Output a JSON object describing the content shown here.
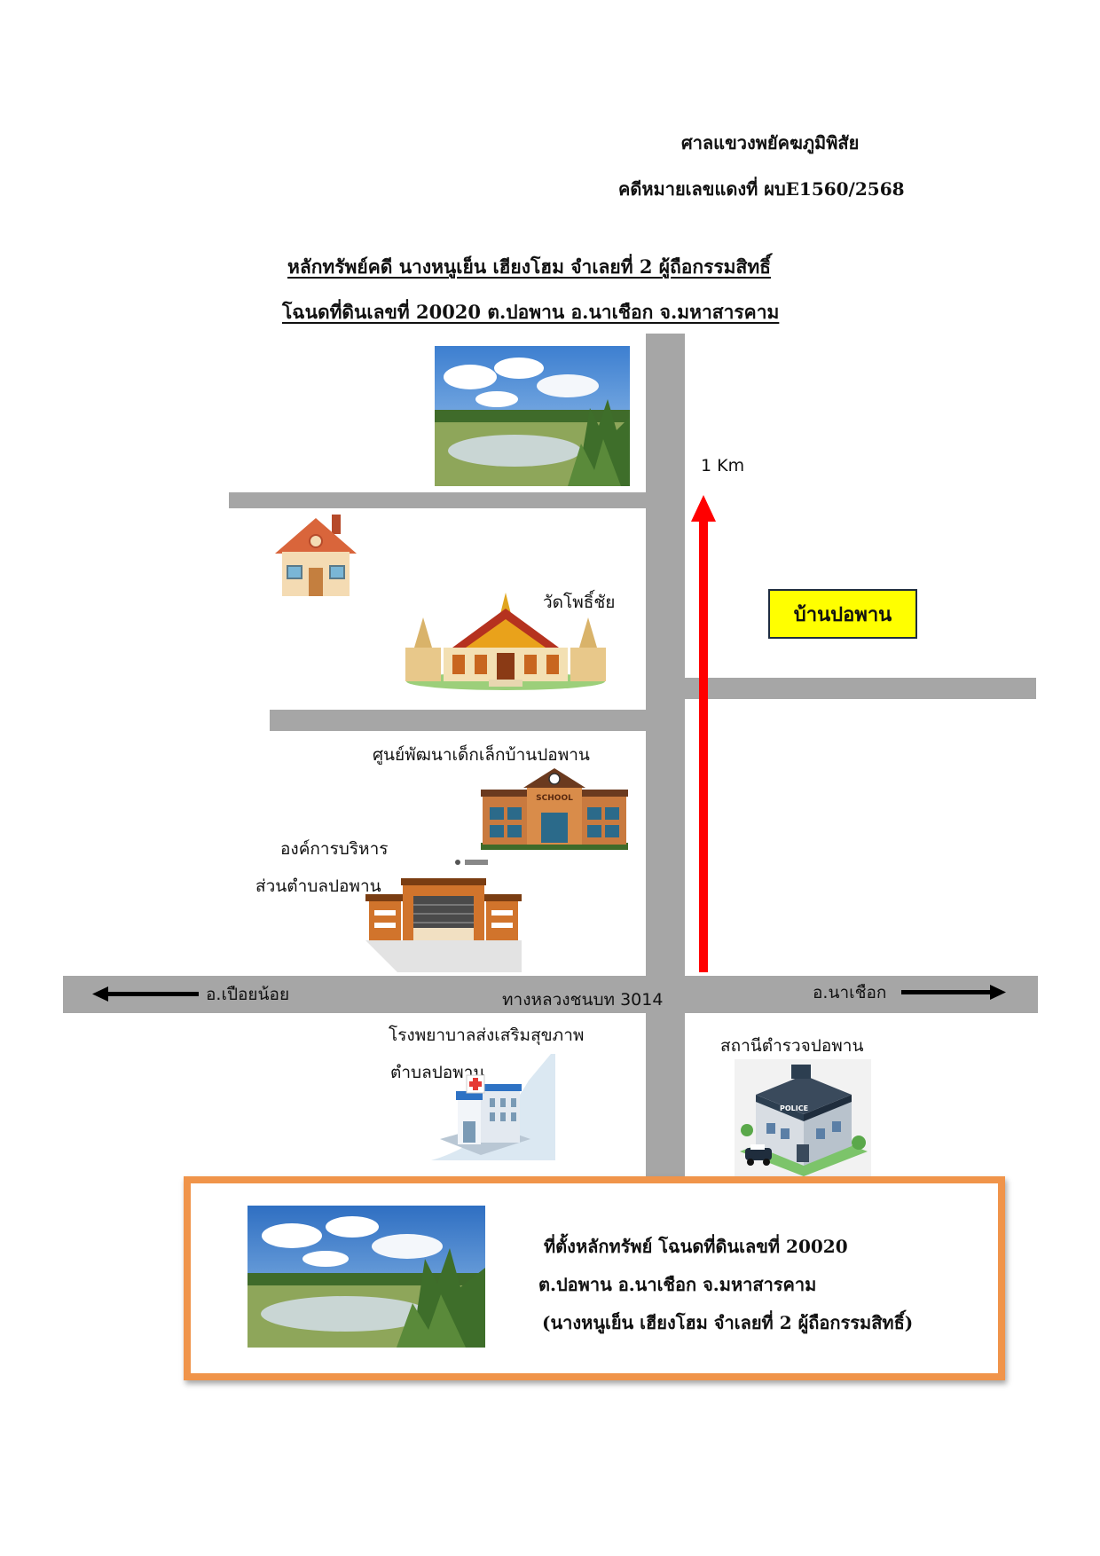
{
  "header": {
    "court": "ศาลแขวงพยัคฆภูมิพิสัย",
    "case_no": "คดีหมายเลขแดงที่ ผบE1560/2568"
  },
  "title": {
    "line1": "หลักทรัพย์คดี นางหนูเย็น เฮียงโฮม จำเลยที่ 2 ผู้ถือกรรมสิทธิ์",
    "line2": "โฉนดที่ดินเลขที่  20020  ต.ปอพาน  อ.นาเชือก  จ.มหาสารคาม"
  },
  "map": {
    "distance": "1 Km",
    "village_label": "บ้านปอพาน",
    "temple": "วัดโพธิ์ชัย",
    "school": "ศูนย์พัฒนาเด็กเล็กบ้านปอพาน",
    "sao_line1": "องค์การบริหาร",
    "sao_line2": "ส่วนตำบลปอพาน",
    "left_direction": "อ.เปือยน้อย",
    "right_direction": "อ.นาเชือก",
    "highway": "ทางหลวงชนบท 3014",
    "hospital_line1": "โรงพยาบาลส่งเสริมสุขภาพ",
    "hospital_line2": "ตำบลปอพาน",
    "police": "สถานีตำรวจปอพาน",
    "school_sign": "SCHOOL",
    "police_sign": "POLICE"
  },
  "location": {
    "line1": "ที่ตั้งหลักทรัพย์ โฉนดที่ดินเลขที่ 20020",
    "line2": "ต.ปอพาน  อ.นาเชือก  จ.มหาสารคาม",
    "line3": "(นางหนูเย็น เฮียงโฮม จำเลยที่ 2 ผู้ถือกรรมสิทธิ์)"
  },
  "colors": {
    "road": "#a6a6a6",
    "arrow": "#ff0000",
    "village_bg": "#ffff00",
    "box_border": "#f0944a"
  },
  "icons": [
    "house-icon",
    "temple-icon",
    "school-icon",
    "sao-office-icon",
    "hospital-icon",
    "police-station-icon",
    "field-photo"
  ]
}
